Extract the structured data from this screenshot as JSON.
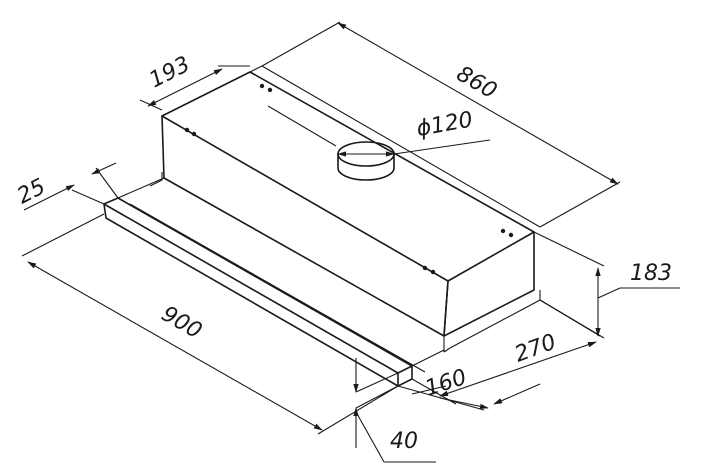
{
  "dimensions": {
    "depth_top": "193",
    "overall_width": "860",
    "duct_diameter": "ϕ120",
    "panel_thickness": "25",
    "front_width": "900",
    "height": "183",
    "overall_depth": "270",
    "body_depth": "160",
    "front_height": "40"
  },
  "colors": {
    "line": "#1a1a1a",
    "background": "#ffffff"
  }
}
